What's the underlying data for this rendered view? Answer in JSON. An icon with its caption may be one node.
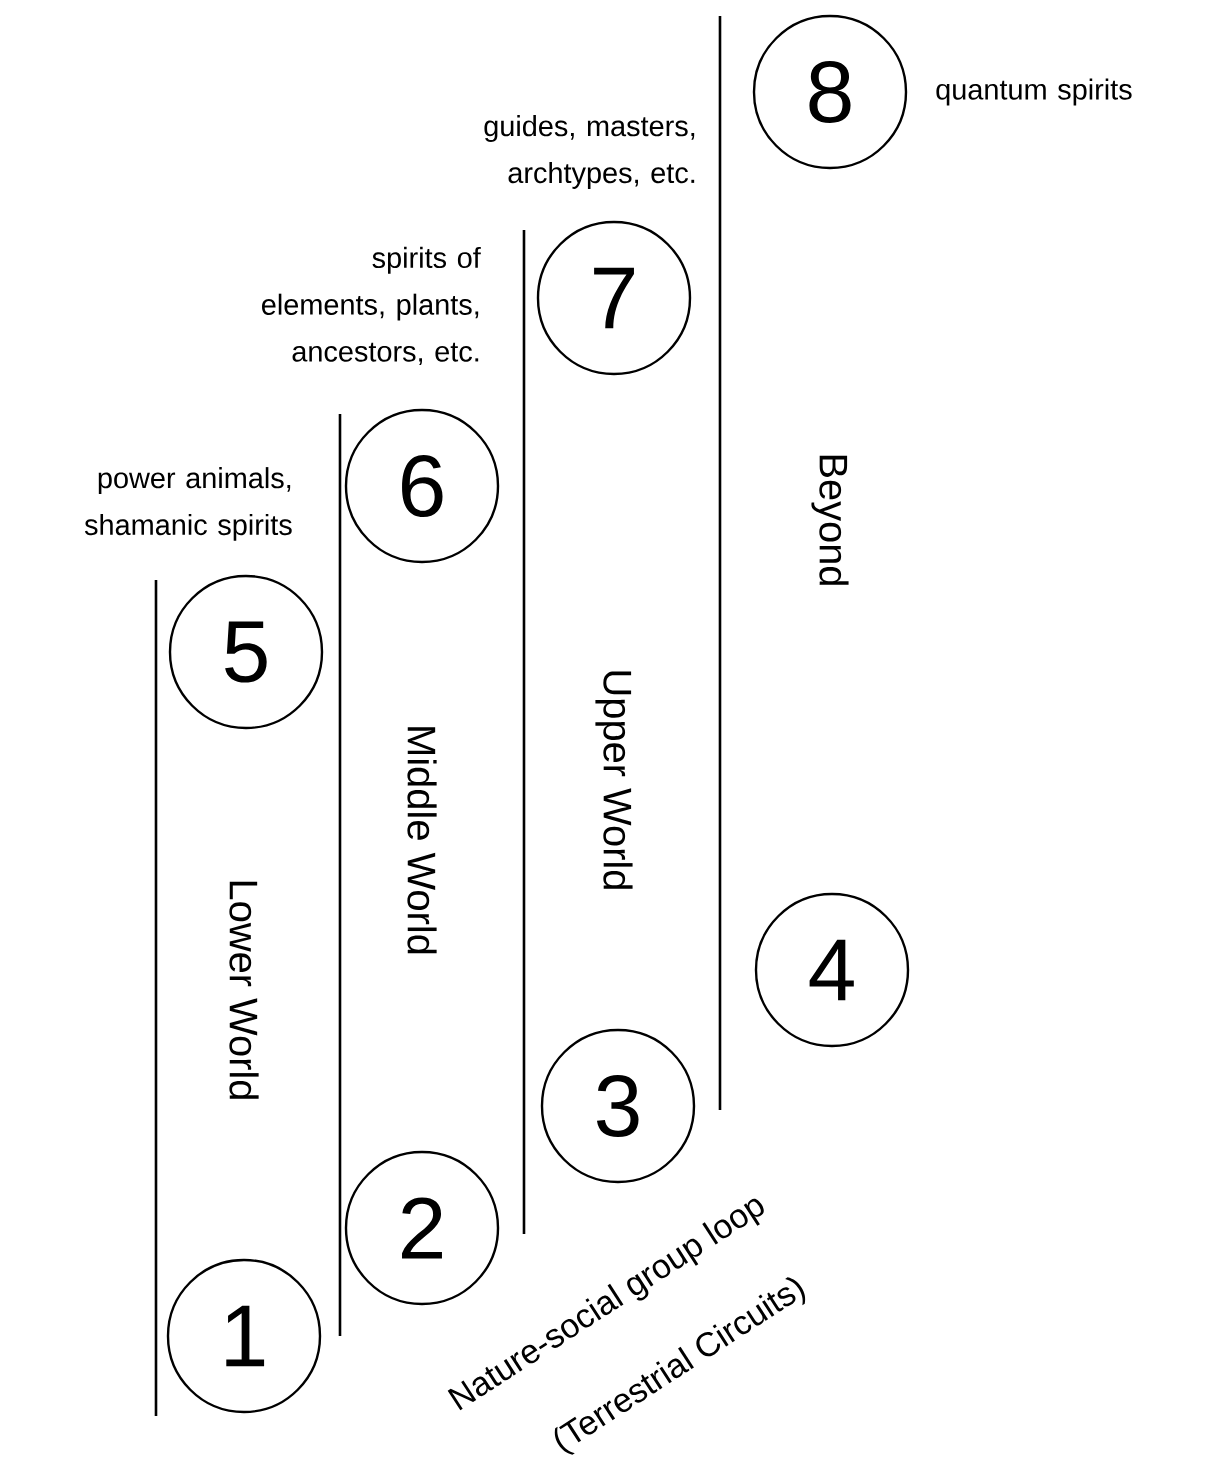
{
  "diagram": {
    "nodes": [
      {
        "text": [
          "1"
        ]
      },
      {
        "text": [
          "2"
        ]
      },
      {
        "text": [
          "3"
        ]
      },
      {
        "text": [
          "4"
        ]
      },
      {
        "text": [
          "5"
        ],
        "beside": [
          "power animals, shamanic spirits"
        ]
      },
      {
        "text": [
          "6"
        ],
        "beside": [
          "spirits of elements, plants, ancestors, etc."
        ]
      },
      {
        "text": [
          "7"
        ],
        "beside": [
          "guides, masters, archtypes, etc."
        ]
      },
      {
        "text": [
          "8"
        ],
        "beside": [
          "quantum spirits"
        ]
      }
    ],
    "edges": [],
    "labels": [
      "Beyond",
      "Upper World",
      "Middle World",
      "Lower World",
      "Nature-social group loop",
      "(Terrestrial Circuits)"
    ]
  }
}
